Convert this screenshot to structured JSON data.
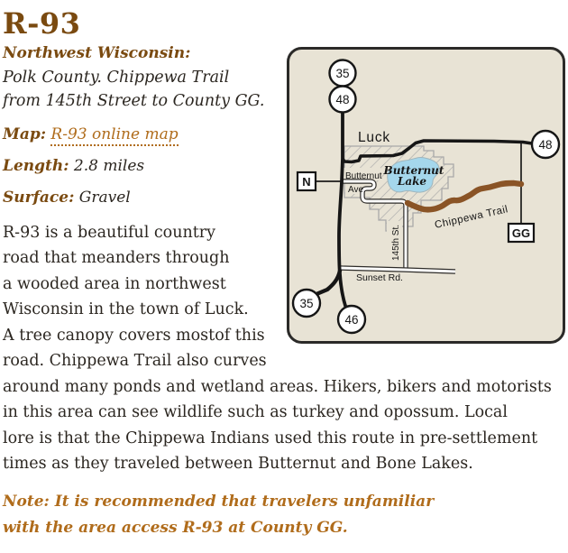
{
  "page": {
    "title": "R-93",
    "region": "Northwest Wisconsin:",
    "description": "Polk County. Chippewa Trail\nfrom 145th Street to County GG.",
    "map_label": "Map:",
    "map_link_text": "R-93 online map",
    "length_label": "Length:",
    "length_value": "2.8 miles",
    "surface_label": "Surface:",
    "surface_value": "Gravel",
    "body": "R-93 is a beautiful country\nroad that meanders through\na wooded area in northwest\nWisconsin in the town of Luck.\nA tree canopy covers mostof this\nroad. Chippewa Trail also curves\naround many ponds and wetland areas. Hikers, bikers and motorists\nin this area can see wildlife such as turkey and opossum. Local\nlore is that the Chippewa Indians used this route in pre-settlement\ntimes as they traveled between Butternut and Bone Lakes.",
    "note": "Note: It is recommended that travelers unfamiliar\nwith the area access R-93 at County GG."
  },
  "map": {
    "town_label": "Luck",
    "lake_label_line1": "Butternut",
    "lake_label_line2": "Lake",
    "butternut_ave_line1": "Butternut",
    "butternut_ave_line2": "Ave.",
    "street_145th_label": "145th St.",
    "sunset_rd_label": "Sunset  Rd.",
    "trail_label": "Chippewa Trail",
    "shield_top_35": "35",
    "shield_top_48": "48",
    "shield_right_48": "48",
    "shield_bottom_35": "35",
    "shield_bottom_46": "46",
    "county_n": "N",
    "county_gg": "GG",
    "colors": {
      "map_background": "#e8e3d5",
      "lake_fill": "#a5d7ec",
      "trail_brown": "#8a5426",
      "hatch_gray": "#a9a9a9",
      "road_black": "#161616",
      "heading_brown": "#7a4a10",
      "accent_orange": "#b06c1b",
      "body_text": "#2b2620"
    }
  }
}
